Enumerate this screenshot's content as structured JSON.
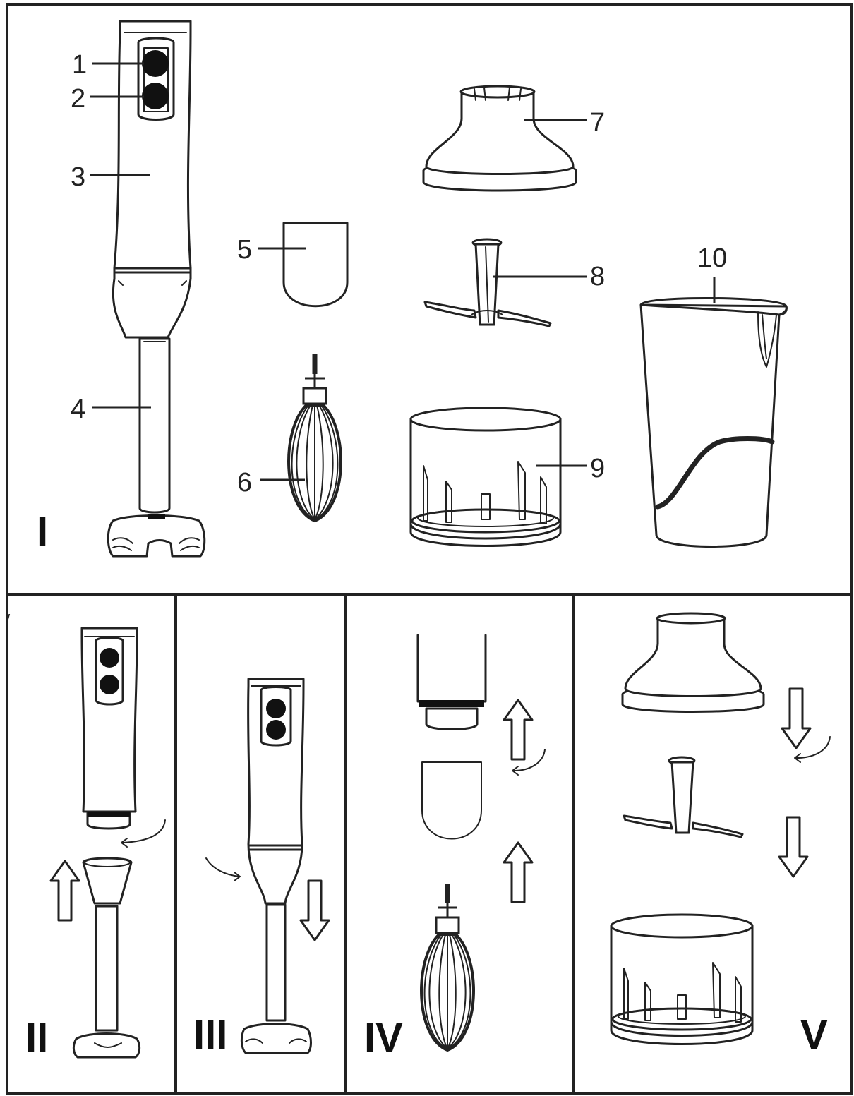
{
  "callouts": [
    "1",
    "2",
    "3",
    "4",
    "5",
    "6",
    "7",
    "8",
    "9",
    "10"
  ],
  "panels": [
    "I",
    "II",
    "III",
    "IV",
    "V"
  ],
  "stray_mark": "/"
}
